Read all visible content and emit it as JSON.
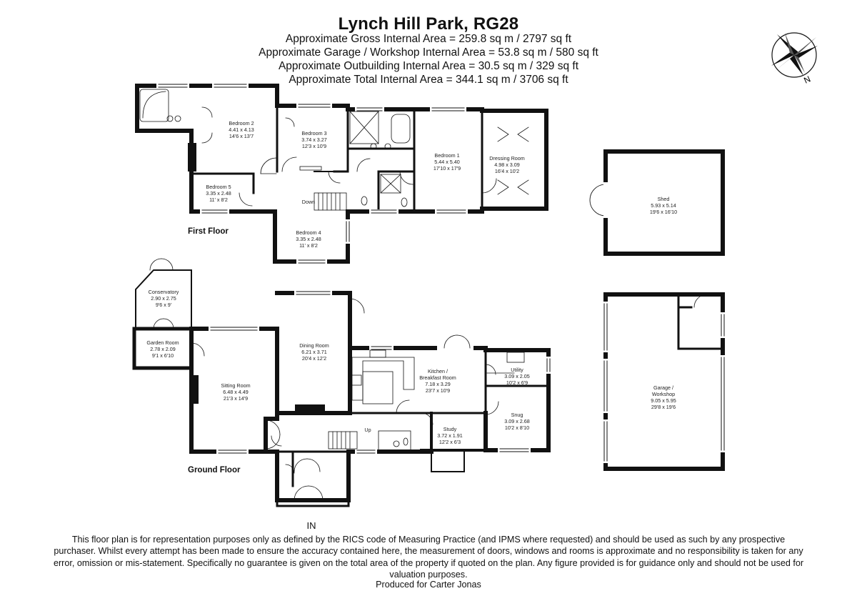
{
  "header": {
    "title": "Lynch Hill Park, RG28",
    "areas": [
      "Approximate Gross Internal Area = 259.8 sq m / 2797 sq ft",
      "Approximate Garage / Workshop Internal Area = 53.8 sq m / 580 sq ft",
      "Approximate Outbuilding Internal Area = 30.5 sq m / 329 sq ft",
      "Approximate Total Internal Area = 344.1 sq m / 3706 sq ft"
    ]
  },
  "compass": {
    "label": "N",
    "icon": "compass-rose-icon"
  },
  "floors": {
    "first": "First Floor",
    "ground": "Ground Floor"
  },
  "rooms": {
    "bedroom2": {
      "name": "Bedroom 2",
      "metric": "4.41 x 4.13",
      "imperial": "14'6 x 13'7"
    },
    "bedroom3": {
      "name": "Bedroom 3",
      "metric": "3.74 x 3.27",
      "imperial": "12'3 x 10'9"
    },
    "bedroom1": {
      "name": "Bedroom 1",
      "metric": "5.44 x 5.40",
      "imperial": "17'10 x 17'9"
    },
    "dressing": {
      "name": "Dressing Room",
      "metric": "4.98 x 3.09",
      "imperial": "16'4 x 10'2"
    },
    "bedroom5": {
      "name": "Bedroom 5",
      "metric": "3.35 x 2.48",
      "imperial": "11' x 8'2"
    },
    "bedroom4": {
      "name": "Bedroom 4",
      "metric": "3.35 x 2.48",
      "imperial": "11' x 8'2"
    },
    "shed": {
      "name": "Shed",
      "metric": "5.93 x 5.14",
      "imperial": "19'6 x 16'10"
    },
    "conservatory": {
      "name": "Conservatory",
      "metric": "2.90 x 2.75",
      "imperial": "9'6 x 9'"
    },
    "garden": {
      "name": "Garden Room",
      "metric": "2.78 x 2.09",
      "imperial": "9'1 x 6'10"
    },
    "sitting": {
      "name": "Sitting Room",
      "metric": "6.48 x 4.49",
      "imperial": "21'3 x 14'9"
    },
    "dining": {
      "name": "Dining Room",
      "metric": "6.21 x 3.71",
      "imperial": "20'4 x 12'2"
    },
    "kitchen": {
      "name1": "Kitchen /",
      "name2": "Breakfast Room",
      "metric": "7.18 x 3.29",
      "imperial": "23'7 x 10'9"
    },
    "utility": {
      "name": "Utility",
      "metric": "3.09 x 2.05",
      "imperial": "10'2 x 6'9"
    },
    "snug": {
      "name": "Snug",
      "metric": "3.09 x 2.68",
      "imperial": "10'2 x 8'10"
    },
    "study": {
      "name": "Study",
      "metric": "3.72 x 1.91",
      "imperial": "12'2 x 6'3"
    },
    "garage": {
      "name1": "Garage /",
      "name2": "Workshop",
      "metric": "9.05 x 5.95",
      "imperial": "29'8 x 19'6"
    }
  },
  "labels": {
    "down": "Down",
    "up": "Up",
    "entrance": "IN"
  },
  "footer": {
    "disclaimer": "This floor plan is for representation purposes only as defined by the RICS code of Measuring Practice (and IPMS where requested) and should be used as such by any prospective purchaser. Whilst every attempt has been made to ensure the accuracy contained here, the measurement of doors, windows and rooms is approximate and no responsibility is taken for any error, omission or mis-statement. Specifically no guarantee is given on the total area of the property if quoted on the plan. Any figure provided is for guidance only and should not be used for valuation purposes.",
    "produced": "Produced for Carter Jonas"
  }
}
